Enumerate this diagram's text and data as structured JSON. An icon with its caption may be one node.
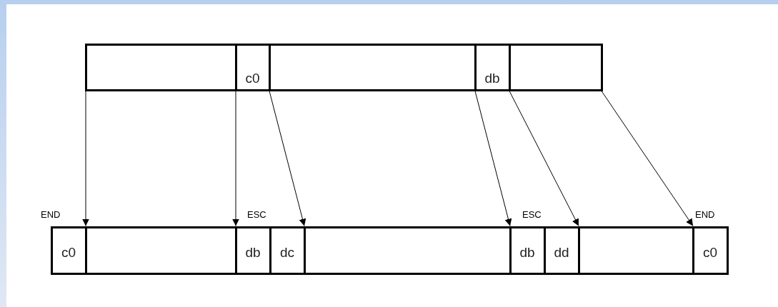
{
  "diagram": {
    "nodes": [
      {
        "text": [],
        "shape": "box"
      },
      {
        "text": [
          "c0"
        ]
      },
      {
        "text": [],
        "shape": "box"
      },
      {
        "text": [
          "db"
        ]
      },
      {
        "text": [],
        "shape": "box"
      },
      {
        "text": [
          "c0"
        ]
      },
      {
        "text": [],
        "shape": "box"
      },
      {
        "text": [
          "db"
        ]
      },
      {
        "text": [
          "dc"
        ]
      },
      {
        "text": [],
        "shape": "box"
      },
      {
        "text": [
          "db"
        ]
      },
      {
        "text": [
          "dd"
        ]
      },
      {
        "text": [],
        "shape": "box"
      },
      {
        "text": [
          "c0"
        ]
      }
    ],
    "edges": [
      {
        "from": 0,
        "to": 6,
        "arrow": "to"
      },
      {
        "from": 1,
        "to": 7,
        "arrow": "to"
      },
      {
        "from": 2,
        "to": 9,
        "arrow": "to"
      },
      {
        "from": 3,
        "to": 10,
        "arrow": "to"
      },
      {
        "from": 4,
        "to": 12,
        "arrow": "to"
      },
      {
        "from": 4,
        "to": 13,
        "arrow": "to"
      }
    ],
    "labels": [
      "END",
      "ESC",
      "ESC",
      "END"
    ]
  }
}
